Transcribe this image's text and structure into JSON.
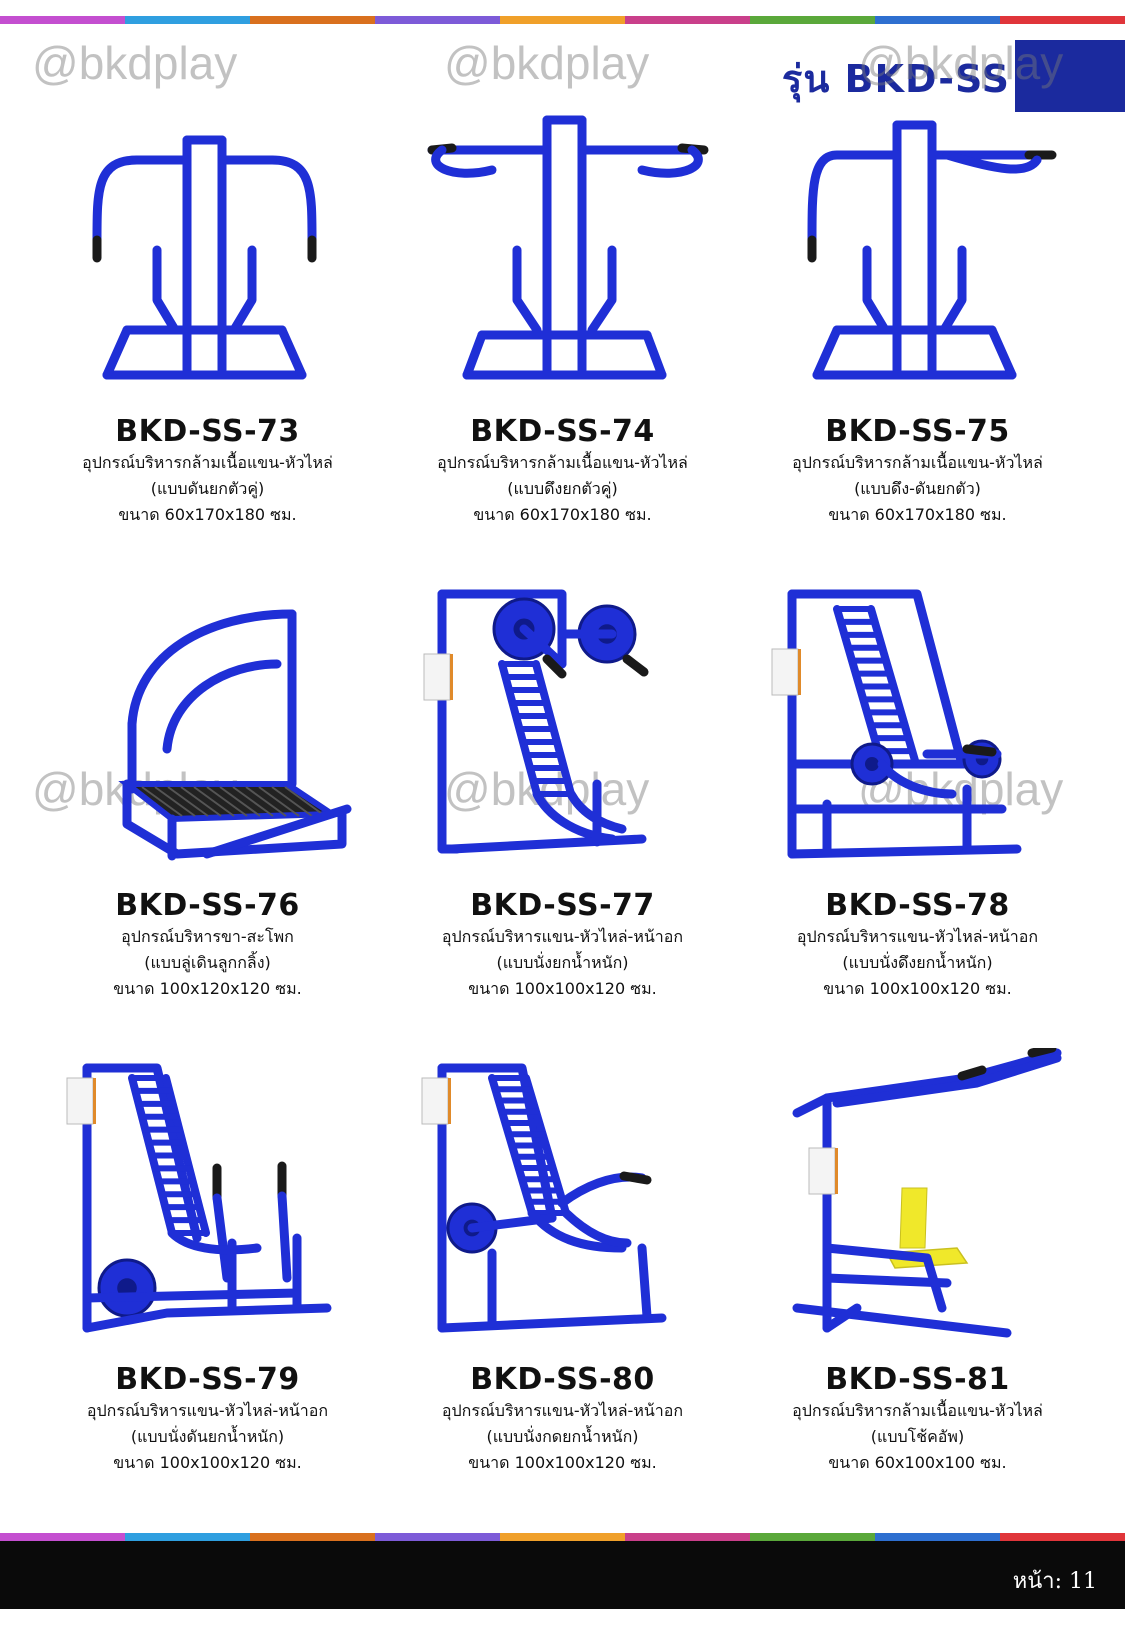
{
  "header": {
    "series_title": "รุ่น BKD-SS",
    "series_block_color": "#1b2a9e"
  },
  "watermark_text": "@bkdplay",
  "strip_colors": [
    "#c44fd0",
    "#2f9fe0",
    "#d9701e",
    "#7d5bd8",
    "#f0a02a",
    "#c93f8a",
    "#5aa83a",
    "#2e6fd0",
    "#e0353a"
  ],
  "products": [
    {
      "model": "BKD-SS-73",
      "desc": "อุปกรณ์บริหารกล้ามเนื้อแขน-หัวไหล่",
      "variant": "(แบบดันยกตัวคู่)",
      "size": "ขนาด 60x170x180 ซม.",
      "image": "double-chest-press-machine-icon"
    },
    {
      "model": "BKD-SS-74",
      "desc": "อุปกรณ์บริหารกล้ามเนื้อแขน-หัวไหล่",
      "variant": "(แบบดึงยกตัวคู่)",
      "size": "ขนาด 60x170x180 ซม.",
      "image": "double-pull-down-machine-icon"
    },
    {
      "model": "BKD-SS-75",
      "desc": "อุปกรณ์บริหารกล้ามเนื้อแขน-หัวไหล่",
      "variant": "(แบบดึง-ดันยกตัว)",
      "size": "ขนาด 60x170x180 ซม.",
      "image": "push-pull-machine-icon"
    },
    {
      "model": "BKD-SS-76",
      "desc": "อุปกรณ์บริหารขา-สะโพก",
      "variant": "(แบบลู่เดินลูกกลิ้ง)",
      "size": "ขนาด 100x120x120 ซม.",
      "image": "roller-walker-icon"
    },
    {
      "model": "BKD-SS-77",
      "desc": "อุปกรณ์บริหารแขน-หัวไหล่-หน้าอก",
      "variant": "(แบบนั่งยกน้ำหนัก)",
      "size": "ขนาด 100x100x120 ซม.",
      "image": "seated-lift-machine-icon"
    },
    {
      "model": "BKD-SS-78",
      "desc": "อุปกรณ์บริหารแขน-หัวไหล่-หน้าอก",
      "variant": "(แบบนั่งดึงยกน้ำหนัก)",
      "size": "ขนาด 100x100x120 ซม.",
      "image": "seated-pull-machine-icon"
    },
    {
      "model": "BKD-SS-79",
      "desc": "อุปกรณ์บริหารแขน-หัวไหล่-หน้าอก",
      "variant": "(แบบนั่งดันยกน้ำหนัก)",
      "size": "ขนาด 100x100x120 ซม.",
      "image": "seated-push-machine-icon"
    },
    {
      "model": "BKD-SS-80",
      "desc": "อุปกรณ์บริหารแขน-หัวไหล่-หน้าอก",
      "variant": "(แบบนั่งกดยกน้ำหนัก)",
      "size": "ขนาด 100x100x120 ซม.",
      "image": "seated-press-machine-icon"
    },
    {
      "model": "BKD-SS-81",
      "desc": "อุปกรณ์บริหารกล้ามเนื้อแขน-หัวไหล่",
      "variant": "(แบบโช้คอัพ)",
      "size": "ขนาด 60x100x100 ซม.",
      "image": "shock-absorber-machine-icon"
    }
  ],
  "colors": {
    "frame_blue": "#1f2fd6",
    "frame_dark": "#0f1a8a",
    "seat_yellow": "#f0e82a",
    "grip_black": "#1a1a1a"
  },
  "footer": {
    "page_label": "หน้า: 11"
  }
}
